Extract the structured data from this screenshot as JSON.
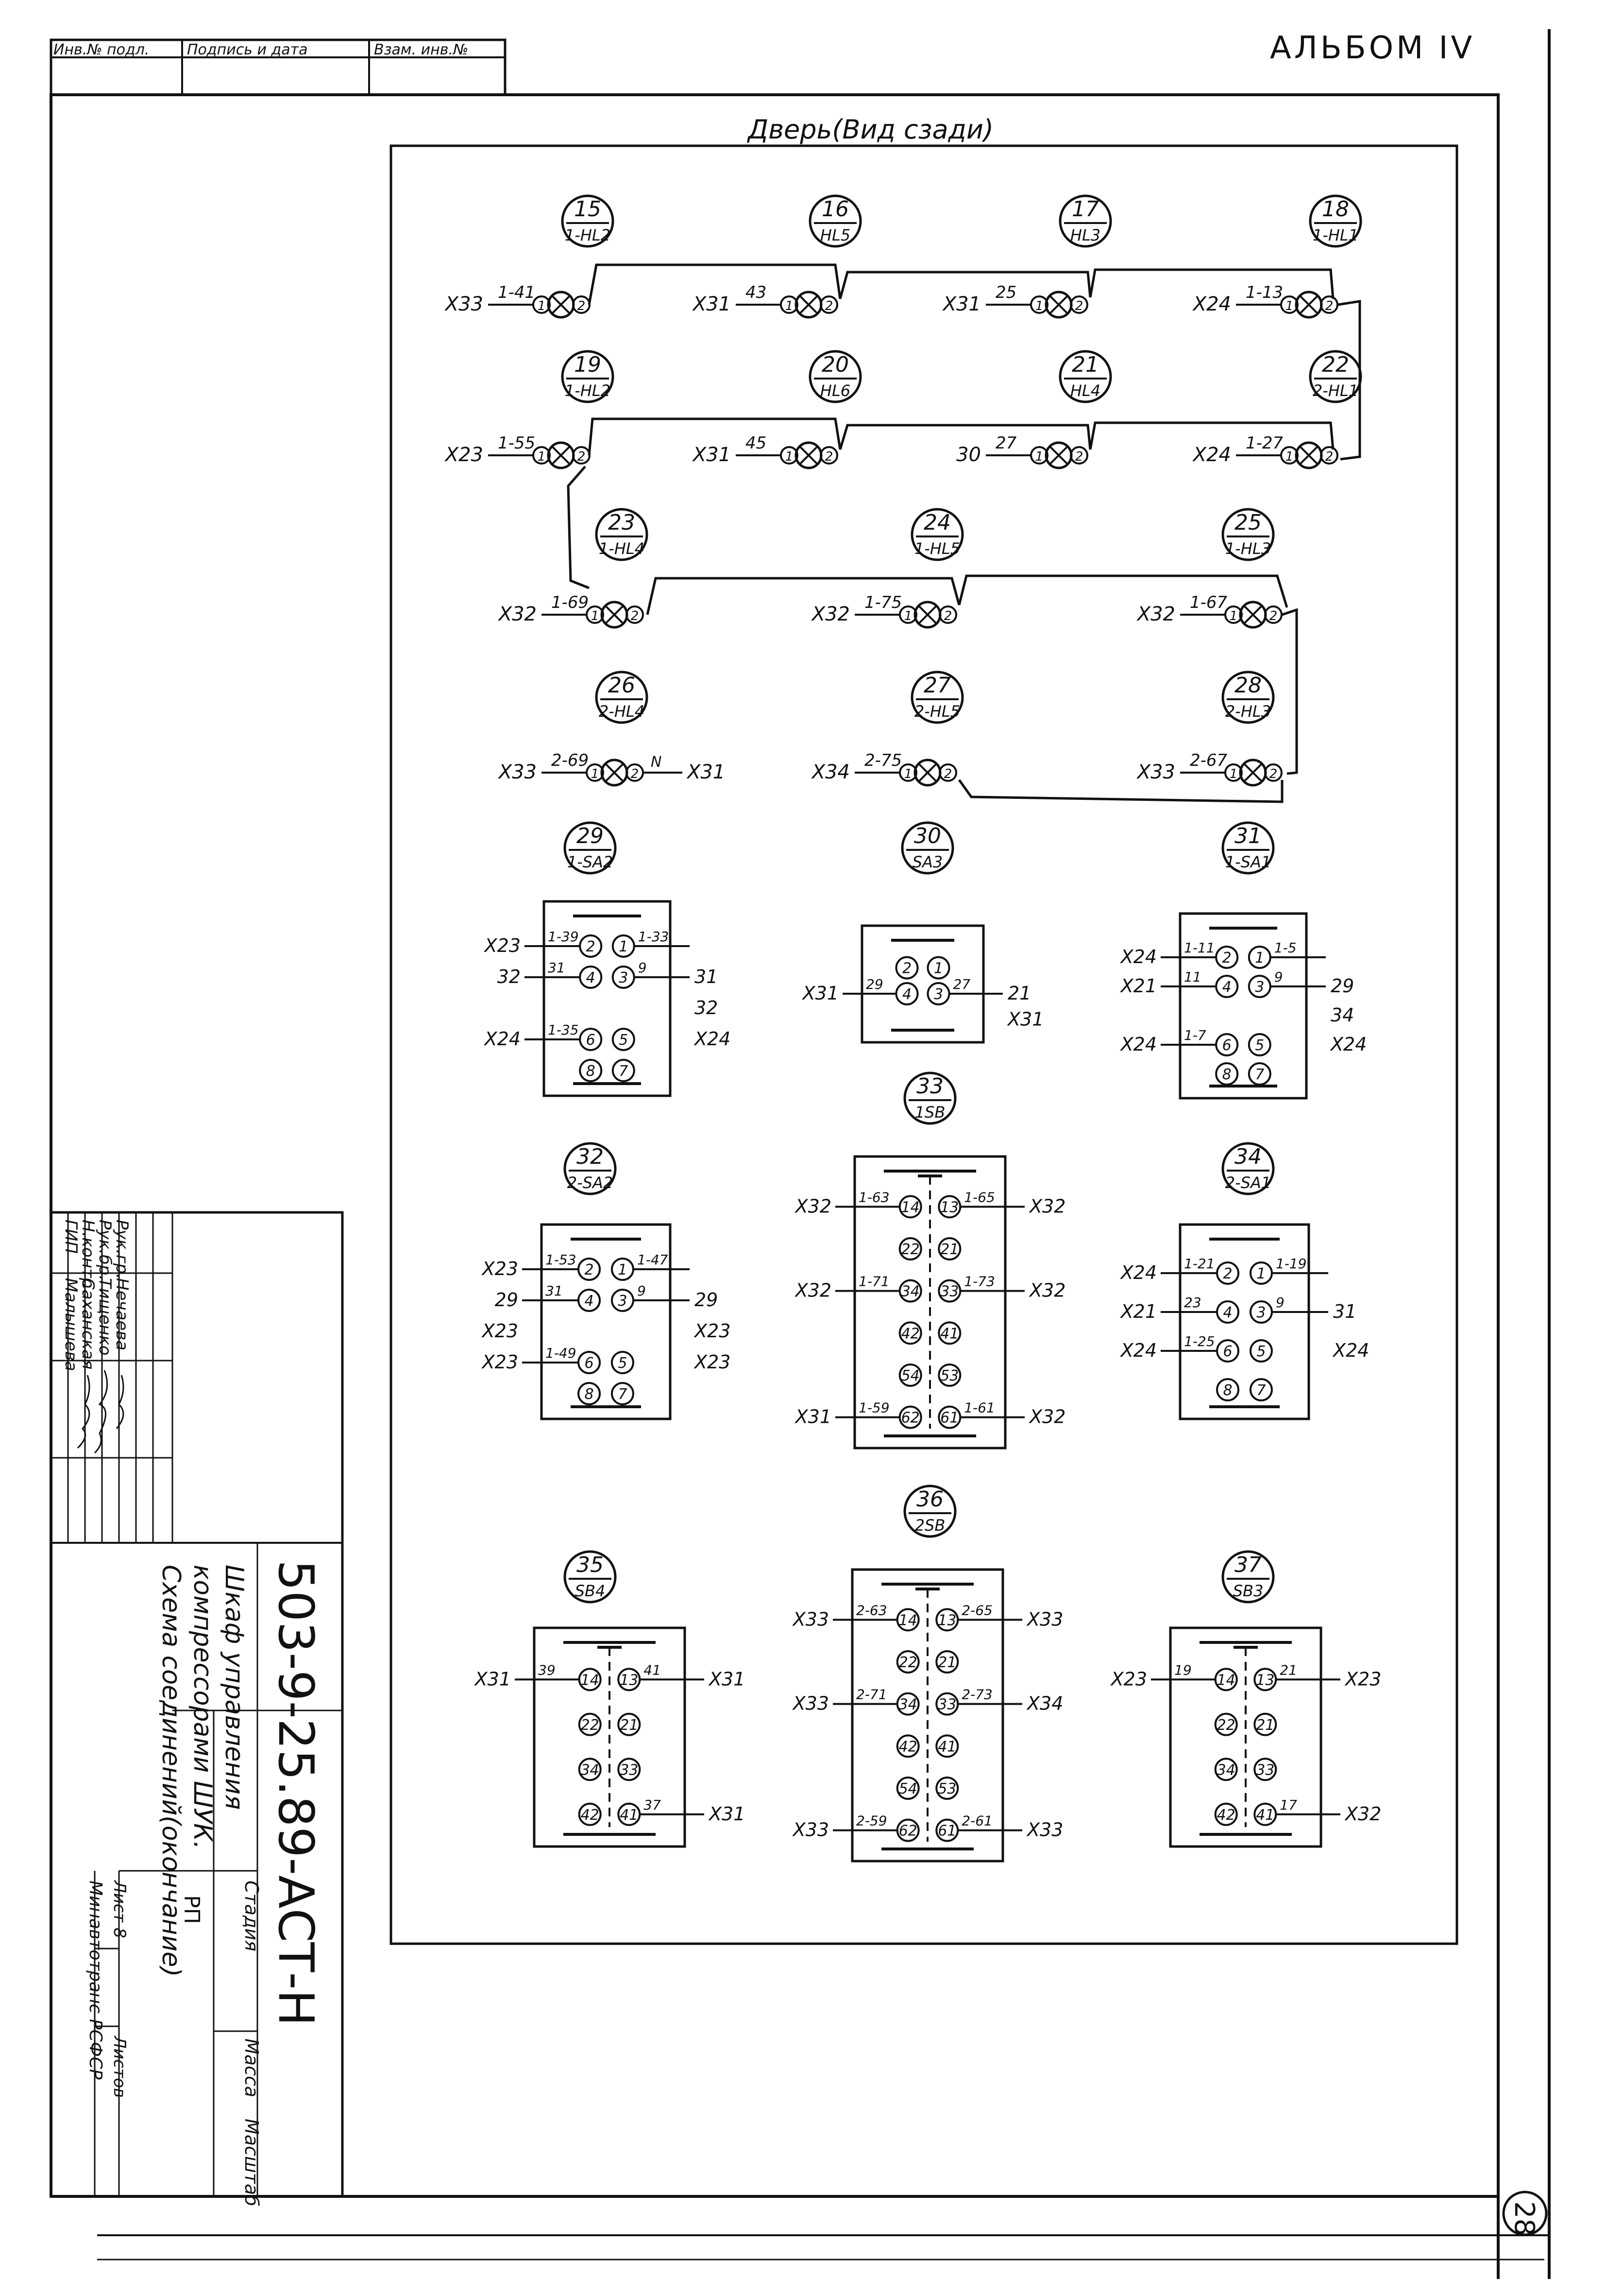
{
  "album": "АЛЬБОМ IV",
  "top_stamp": [
    "Инв.№ подл.",
    "Подпись и дата",
    "Взам. инв.№"
  ],
  "door_title": "Дверь(Вид сзади)",
  "lamps": [
    {
      "num": "15",
      "code": "1-HL2",
      "left": "X33",
      "wire": "1-41"
    },
    {
      "num": "16",
      "code": "HL5",
      "left": "X31",
      "wire": "43"
    },
    {
      "num": "17",
      "code": "HL3",
      "left": "X31",
      "wire": "25"
    },
    {
      "num": "18",
      "code": "1-HL1",
      "left": "X24",
      "wire": "1-13"
    },
    {
      "num": "19",
      "code": "1-HL2",
      "left": "X23",
      "wire": "1-55"
    },
    {
      "num": "20",
      "code": "HL6",
      "left": "X31",
      "wire": "45"
    },
    {
      "num": "21",
      "code": "HL4",
      "left": "30",
      "wire": "27"
    },
    {
      "num": "22",
      "code": "2-HL1",
      "left": "X24",
      "wire": "1-27"
    },
    {
      "num": "23",
      "code": "1-HL4",
      "left": "X32",
      "wire": "1-69"
    },
    {
      "num": "24",
      "code": "1-HL5",
      "left": "X32",
      "wire": "1-75"
    },
    {
      "num": "25",
      "code": "1-HL3",
      "left": "X32",
      "wire": "1-67"
    },
    {
      "num": "26",
      "code": "2-HL4",
      "left": "X33",
      "wire": "2-69",
      "right": "X31",
      "right_wire": "N"
    },
    {
      "num": "27",
      "code": "2-HL5",
      "left": "X34",
      "wire": "2-75"
    },
    {
      "num": "28",
      "code": "2-HL3",
      "left": "X33",
      "wire": "2-67"
    }
  ],
  "lamp_terminals": [
    "1",
    "2"
  ],
  "switches": [
    {
      "num": "29",
      "code": "1-SA2",
      "rows": [
        [
          "X23",
          "1-39",
          "2",
          "1",
          "1-33",
          ""
        ],
        [
          "32",
          "31",
          "4",
          "3",
          "9",
          "31"
        ],
        [
          "",
          "",
          "",
          "",
          "",
          "32"
        ],
        [
          "X24",
          "1-35",
          "6",
          "5",
          "",
          "X24"
        ],
        [
          "",
          "",
          "8",
          "7",
          "",
          ""
        ]
      ]
    },
    {
      "num": "30",
      "code": "SA3",
      "rows": [
        [
          "",
          "",
          "2",
          "1",
          "",
          ""
        ],
        [
          "X31",
          "29",
          "4",
          "3",
          "27",
          "21"
        ],
        [
          "",
          "",
          "",
          "",
          "",
          "X31"
        ]
      ]
    },
    {
      "num": "31",
      "code": "1-SA1",
      "rows": [
        [
          "X24",
          "1-11",
          "2",
          "1",
          "1-5",
          ""
        ],
        [
          "X21",
          "11",
          "4",
          "3",
          "9",
          "29"
        ],
        [
          "",
          "",
          "",
          "",
          "",
          "34"
        ],
        [
          "X24",
          "1-7",
          "6",
          "5",
          "",
          "X24"
        ],
        [
          "",
          "",
          "8",
          "7",
          "",
          ""
        ]
      ]
    },
    {
      "num": "32",
      "code": "2-SA2",
      "rows": [
        [
          "X23",
          "1-53",
          "2",
          "1",
          "1-47",
          ""
        ],
        [
          "29",
          "31",
          "4",
          "3",
          "9",
          "29"
        ],
        [
          "X23",
          "",
          "",
          "",
          "",
          "X23"
        ],
        [
          "X23",
          "1-49",
          "6",
          "5",
          "",
          "X23"
        ],
        [
          "",
          "",
          "8",
          "7",
          "",
          ""
        ]
      ]
    },
    {
      "num": "34",
      "code": "2-SA1",
      "rows": [
        [
          "X24",
          "1-21",
          "2",
          "1",
          "1-19",
          ""
        ],
        [
          "X21",
          "23",
          "4",
          "3",
          "9",
          "31"
        ],
        [
          "X24",
          "1-25",
          "6",
          "5",
          "",
          "X24"
        ],
        [
          "",
          "",
          "8",
          "7",
          "",
          ""
        ]
      ]
    }
  ],
  "buttons": [
    {
      "num": "33",
      "code": "1SB",
      "rows": [
        [
          "X32",
          "1-63",
          "14",
          "13",
          "1-65",
          "X32"
        ],
        [
          "",
          "",
          "22",
          "21",
          "",
          ""
        ],
        [
          "X32",
          "1-71",
          "34",
          "33",
          "1-73",
          "X32"
        ],
        [
          "",
          "",
          "42",
          "41",
          "",
          ""
        ],
        [
          "",
          "",
          "54",
          "53",
          "",
          ""
        ],
        [
          "X31",
          "1-59",
          "62",
          "61",
          "1-61",
          "X32"
        ]
      ]
    },
    {
      "num": "35",
      "code": "SB4",
      "rows": [
        [
          "X31",
          "39",
          "14",
          "13",
          "41",
          "X31"
        ],
        [
          "",
          "",
          "22",
          "21",
          "",
          ""
        ],
        [
          "",
          "",
          "34",
          "33",
          "",
          ""
        ],
        [
          "",
          "",
          "42",
          "41",
          "37",
          "X31"
        ]
      ]
    },
    {
      "num": "36",
      "code": "2SB",
      "rows": [
        [
          "X33",
          "2-63",
          "14",
          "13",
          "2-65",
          "X33"
        ],
        [
          "",
          "",
          "22",
          "21",
          "",
          ""
        ],
        [
          "X33",
          "2-71",
          "34",
          "33",
          "2-73",
          "X34"
        ],
        [
          "",
          "",
          "42",
          "41",
          "",
          ""
        ],
        [
          "",
          "",
          "54",
          "53",
          "",
          ""
        ],
        [
          "X33",
          "2-59",
          "62",
          "61",
          "2-61",
          "X33"
        ]
      ]
    },
    {
      "num": "37",
      "code": "SB3",
      "rows": [
        [
          "X23",
          "19",
          "14",
          "13",
          "21",
          "X23"
        ],
        [
          "",
          "",
          "22",
          "21",
          "",
          ""
        ],
        [
          "",
          "",
          "34",
          "33",
          "",
          ""
        ],
        [
          "",
          "",
          "42",
          "41",
          "17",
          "X32"
        ]
      ]
    }
  ],
  "title_block": {
    "doc_number": "503-9-25.89-АСТ-Н",
    "name_lines": [
      "Шкаф управления",
      "компрессорами ШУК.",
      "Схема соединений(окончание)"
    ],
    "roles": [
      "ГИП",
      "Н.контр",
      "Рук.бр.",
      "Рук.гр."
    ],
    "names": [
      "Малышева",
      "Саханская",
      "Тищенко",
      "Нечаева"
    ],
    "stage_header": "Стадия",
    "mass_header": "Масса",
    "scale_header": "Масштаб",
    "stage": "РП",
    "sheet": "Лист 8",
    "sheets": "Листов",
    "org": "Минавтотранс РСФСР"
  },
  "page_number": "28"
}
